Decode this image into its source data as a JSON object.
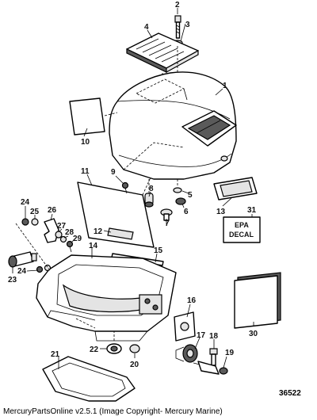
{
  "callouts": [
    "1",
    "2",
    "3",
    "4",
    "5",
    "6",
    "7",
    "8",
    "9",
    "10",
    "11",
    "12",
    "13",
    "14",
    "15",
    "16",
    "17",
    "18",
    "19",
    "20",
    "21",
    "22",
    "23",
    "24",
    "24",
    "25",
    "26",
    "27",
    "28",
    "29",
    "30",
    "31"
  ],
  "epa_decal": {
    "line1": "EPA",
    "line2": "DECAL"
  },
  "figure_number": "36522",
  "footer_text": "MercuryPartsOnline v2.5.1 (Image Copyright- Mercury Marine)"
}
